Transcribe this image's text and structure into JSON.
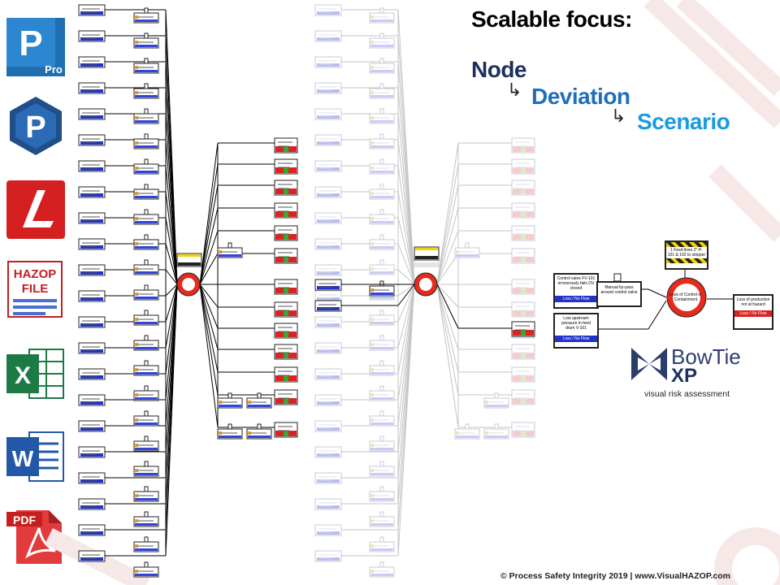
{
  "app_icons": [
    {
      "name": "pro-icon",
      "label": "Pro"
    },
    {
      "name": "p-hexagon-icon",
      "label": "P"
    },
    {
      "name": "l-icon",
      "label": "L"
    },
    {
      "name": "hazop-file-icon",
      "label": "HAZOP FILE"
    },
    {
      "name": "excel-icon",
      "label": "X"
    },
    {
      "name": "word-icon",
      "label": "W"
    },
    {
      "name": "pdf-icon",
      "label": "PDF"
    }
  ],
  "headline": "Scalable focus:",
  "levels": [
    {
      "label": "Node",
      "color": "#1c2f5e"
    },
    {
      "label": "Deviation",
      "color": "#1f6fb8"
    },
    {
      "label": "Scenario",
      "color": "#1a9ae0"
    }
  ],
  "scenario": {
    "hazard": "1 Feed lines 2\"-P-101 & 102 to stripper",
    "top_event": "Loss of Control or Containment",
    "threats": [
      "Control valve FV-101 erroneously fails OV closed",
      "Low upstream pressure in feed drum V-101"
    ],
    "barrier": "Manual by-pass around control valve",
    "threat_tag": "Loss / No Flow",
    "consequence": "Loss of production not at hazard",
    "consequence_tag": "Loss / No Flow"
  },
  "brand": {
    "name": "BowTie",
    "xp": "XP",
    "tagline": "visual risk assessment"
  },
  "copyright": "© Process Safety Integrity 2019 | www.VisualHAZOP.com",
  "colors": {
    "node": "#1c2f5e",
    "deviation": "#1f6fb8",
    "scenario": "#1a9ae0",
    "threat_bar": "#2233cc",
    "consequence": "#dd2222",
    "hazard_stripe": "#f2d20a"
  }
}
